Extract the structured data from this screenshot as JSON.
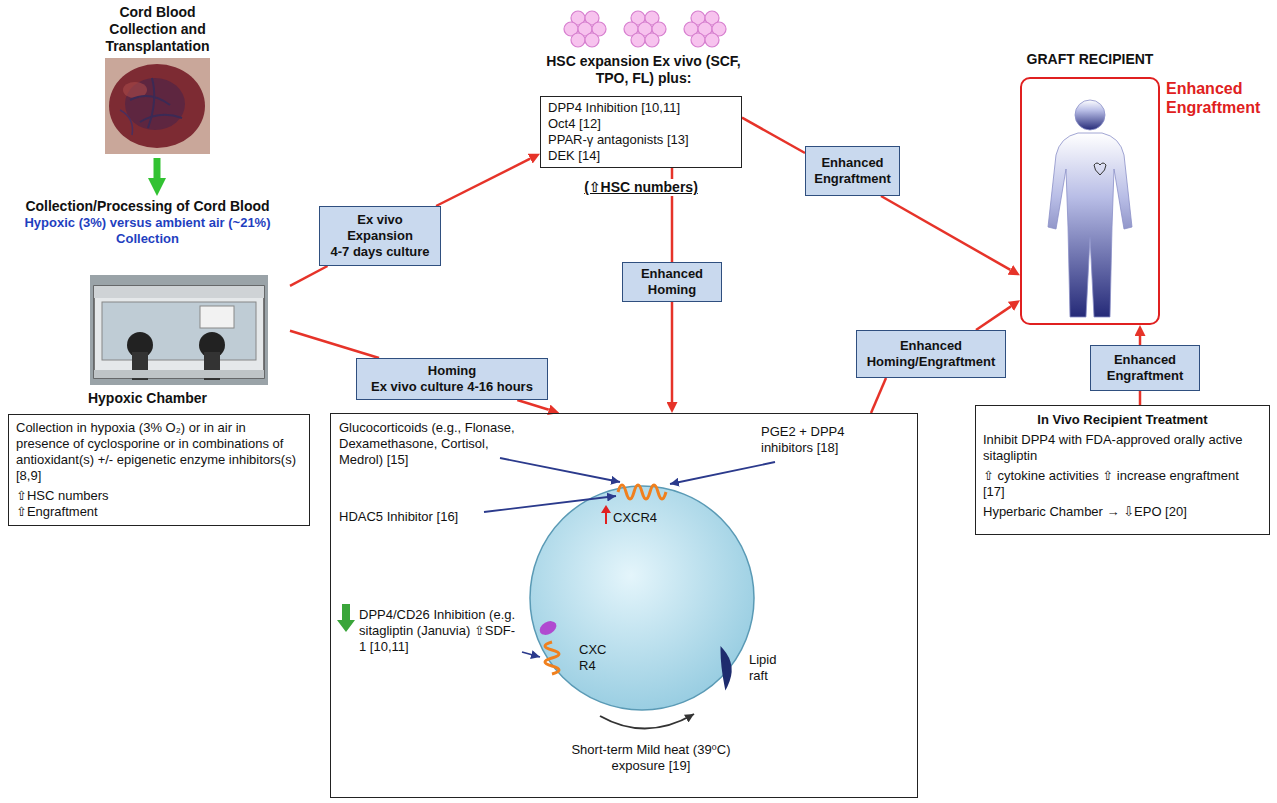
{
  "diagram": {
    "nodes": [
      {
        "text": [
          "Cord Blood Collection and Transplantation"
        ]
      },
      {
        "text": [
          "HSC expansion Ex vivo (SCF, TPO, FL) plus:",
          "DPP4 Inhibition [10,11]",
          "Oct4 [12]",
          "PPAR-γ antagonists [13]",
          "DEK [14]",
          "(⇧HSC numbers)"
        ]
      },
      {
        "text": [
          "GRAFT RECIPIENT",
          "Enhanced Engraftment"
        ]
      },
      {
        "text": [
          "Enhanced Engraftment"
        ]
      },
      {
        "text": [
          "Collection/Processing of Cord Blood",
          "Hypoxic (3%) versus ambient air (~21%) Collection",
          "Hypoxic Chamber"
        ]
      },
      {
        "text": [
          "Ex vivo Expansion",
          "4-7 days culture"
        ]
      },
      {
        "text": [
          "Enhanced Homing"
        ]
      },
      {
        "text": [
          "Homing",
          "Ex vivo culture 4-16 hours"
        ]
      },
      {
        "text": [
          "Enhanced Homing/Engraftment"
        ]
      },
      {
        "text": [
          "Enhanced Engraftment"
        ]
      },
      {
        "text": [
          "Collection in hypoxia (3% O₂) or in air in presence of cyclosporine or in combinations of antioxidant(s) +/- epigenetic enzyme inhibitors(s) [8,9]",
          "⇧HSC numbers",
          "⇧Engraftment"
        ]
      },
      {
        "text": [
          "Glucocorticoids (e.g., Flonase, Dexamethasone, Cortisol, Medrol) [15]",
          "PGE2 + DPP4 inhibitors [18]",
          "HDAC5 Inhibitor [16]",
          "CXCR4",
          "DPP4/CD26 Inhibition (e.g. sitagliptin (Januvia) ⇧SDF-1 [10,11]",
          "CXC R4",
          "Lipid raft",
          "Short-term Mild heat (39⁰C) exposure [19]"
        ]
      },
      {
        "text": [
          "In Vivo Recipient Treatment",
          "Inhibit DPP4 with FDA-approved orally active sitagliptin",
          "⇧ cytokine activities ⇧ increase engraftment [17]",
          "Hyperbaric Chamber → ⇩EPO [20]"
        ]
      }
    ],
    "edges": [
      {
        "from": 0,
        "to": 4,
        "arrow": "to"
      },
      {
        "from": 4,
        "to": 5,
        "arrow": "none"
      },
      {
        "from": 5,
        "to": 1,
        "arrow": "to"
      },
      {
        "from": 4,
        "to": 7,
        "arrow": "none"
      },
      {
        "from": 7,
        "to": 11,
        "arrow": "to"
      },
      {
        "from": 1,
        "to": 6,
        "arrow": "none"
      },
      {
        "from": 6,
        "to": 11,
        "arrow": "to"
      },
      {
        "from": 1,
        "to": 3,
        "arrow": "none"
      },
      {
        "from": 3,
        "to": 2,
        "arrow": "to"
      },
      {
        "from": 11,
        "to": 8,
        "arrow": "none"
      },
      {
        "from": 8,
        "to": 2,
        "arrow": "to"
      },
      {
        "from": 12,
        "to": 9,
        "arrow": "none"
      },
      {
        "from": 9,
        "to": 2,
        "arrow": "to"
      }
    ]
  }
}
